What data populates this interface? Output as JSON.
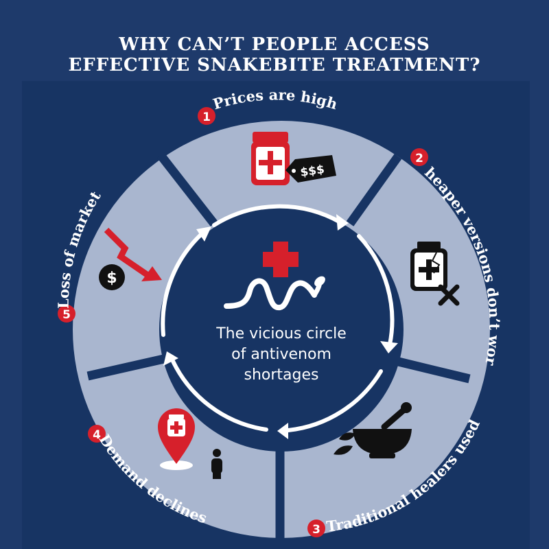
{
  "title": {
    "line1": "WHY CAN’T PEOPLE ACCESS",
    "line2": "EFFECTIVE SNAKEBITE TREATMENT?"
  },
  "center": {
    "line1": "The vicious circle",
    "line2": "of antivenom",
    "line3": "shortages"
  },
  "steps": [
    {
      "number": "1",
      "label": "Prices are high"
    },
    {
      "number": "2",
      "label": "Cheaper versions don’t work"
    },
    {
      "number": "3",
      "label": "Traditional healers used"
    },
    {
      "number": "4",
      "label": "Demand declines"
    },
    {
      "number": "5",
      "label": "Loss of market"
    }
  ],
  "icons": {
    "price_tag": "$$$",
    "coin": "$"
  },
  "colors": {
    "background": "#1e3a6b",
    "panel": "#173463",
    "ring": "#a9b6cf",
    "accent_red": "#d6202b",
    "text": "#ffffff",
    "icon_dark": "#111111"
  }
}
